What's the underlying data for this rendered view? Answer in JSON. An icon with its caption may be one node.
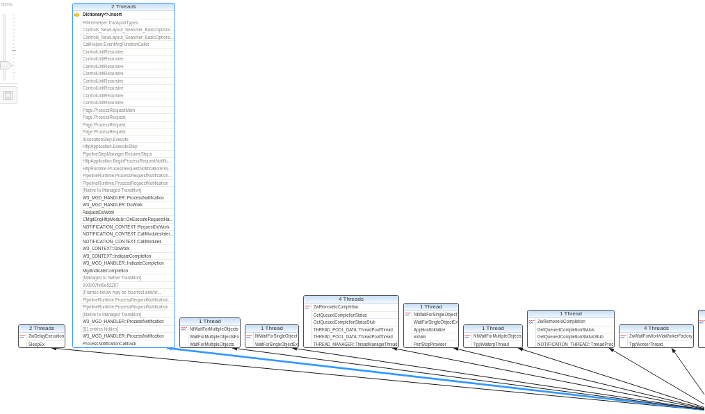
{
  "diagram": {
    "nodes": [
      {
        "text": [
          "2 Threads",
          "ZwDelayExecution",
          "SleepEx"
        ]
      },
      {
        "text": [
          "2 Threads",
          "Dictionary<>.Insert",
          "FiltersHelper.TransportTypes",
          "Controls_NewLayout_Searcher_BasicOptions...",
          "Controls_NewLayout_Searcher_BasicOptions...",
          "CallHelper.EventArgFunctionCaller",
          "ControlUnitRecursive",
          "ControlUnitRecursive",
          "ControlUnitRecursive",
          "ControlUnitRecursive",
          "ControlUnitRecursive",
          "ControlUnitRecursive",
          "ControlUnitRecursive",
          "ControlUnitRecursive",
          "Page.ProcessRequestMain",
          "Page.ProcessRequest",
          "Page.ProcessRequest",
          "Page.ProcessRequest",
          "IExecutionStep.Execute",
          "HttpApplication.ExecuteStep",
          "PipelineStepManager.ResumeSteps",
          "HttpApplication.BeginProcessRequestNotific...",
          "HttpRuntime.ProcessRequestNotificationPriv...",
          "PipelineRuntime.ProcessRequestNotification...",
          "PipelineRuntime.ProcessRequestNotification",
          "[Native to Managed Transition]",
          "W3_MGD_HANDLER::ProcessNotification",
          "W3_MGD_HANDLER::DoWork",
          "RequestDoWork",
          "CMgdEngHttpModule::OnExecuteRequestHa...",
          "NOTIFICATION_CONTEXT::RequestDoWork",
          "NOTIFICATION_CONTEXT::CallModulesInter...",
          "NOTIFICATION_CONTEXT::CallModules",
          "W3_CONTEXT::DoWork",
          "W3_CONTEXT::IndicateCompletion",
          "W3_MGD_HANDLER::IndicateCompletion",
          "MgdIndicateCompletion",
          "[Managed to Native Transition]",
          "000007fef0e52207",
          "[Frames below may be incorrect and/or...",
          "PipelineRuntime.ProcessRequestNotification...",
          "PipelineRuntime.ProcessRequestNotification",
          "[Native to Managed Transition]",
          "W3_MGD_HANDLER::ProcessNotification",
          "[51 entries hidden]",
          "W3_MGD_HANDLER::ProcessNotification",
          "ProcessNotificationCallback"
        ]
      },
      {
        "text": [
          "1 Thread",
          "NtWaitForMultipleObjects",
          "WaitForMultipleObjectsEx",
          "WaitForMultipleObjects"
        ]
      },
      {
        "text": [
          "1 Thread",
          "NtWaitForSingleObject",
          "WaitForSingleObjectEx"
        ]
      },
      {
        "text": [
          "4 Threads",
          "ZwRemoveIoCompletion",
          "GetQueuedCompletionStatus",
          "GetQueuedCompletionStatusStub",
          "THREAD_POOL_DATA::ThreadPoolThread",
          "THREAD_POOL_DATA::ThreadPoolThread",
          "THREAD_MANAGER::ThreadManagerThread"
        ]
      },
      {
        "text": [
          "1 Thread",
          "NtWaitForSingleObject",
          "WaitForSingleObjectEx",
          "AppHostInitialize",
          "wmain",
          "PerfStopProvider"
        ]
      },
      {
        "text": [
          "1 Thread",
          "NtWaitForMultipleObjects",
          "TppWaiterpThread"
        ]
      },
      {
        "text": [
          "1 Thread",
          "ZwRemoveIoCompletion",
          "GetQueuedCompletionStatus",
          "GetQueuedCompletionStatusStub",
          "NOTIFICATION_THREAD::ThreadProc"
        ]
      },
      {
        "text": [
          "4 Threads",
          "ZwWaitForWorkViaWorkerFactory",
          "TppWorkerThread"
        ]
      },
      {
        "text": [],
        "shape": "box"
      }
    ],
    "edges": [
      {
        "from": null,
        "to": 0,
        "arrow": "to"
      },
      {
        "from": null,
        "to": 1,
        "arrow": "to",
        "style": "thick",
        "color": "#3399ff"
      },
      {
        "from": null,
        "to": 2,
        "arrow": "to"
      },
      {
        "from": null,
        "to": 3,
        "arrow": "to"
      },
      {
        "from": null,
        "to": 4,
        "arrow": "to"
      },
      {
        "from": null,
        "to": 5,
        "arrow": "to"
      },
      {
        "from": null,
        "to": 6,
        "arrow": "to"
      },
      {
        "from": null,
        "to": 7,
        "arrow": "to"
      },
      {
        "from": null,
        "to": 8,
        "arrow": "to"
      }
    ],
    "labels": [
      "50%"
    ]
  }
}
